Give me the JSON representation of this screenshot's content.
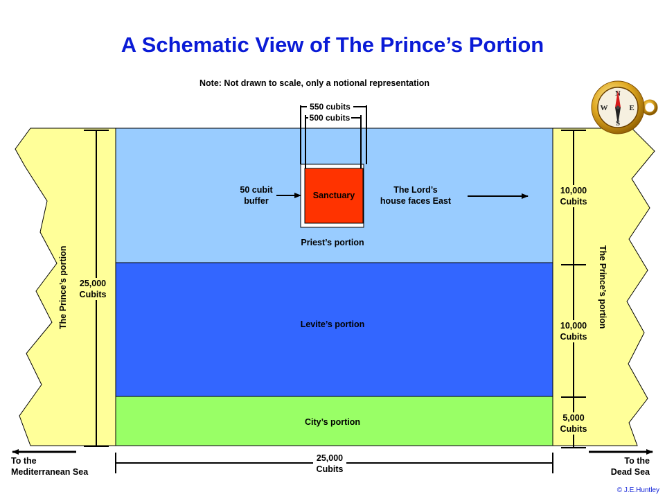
{
  "title": "A Schematic View of The Prince’s Portion",
  "note": "Note:  Not drawn to scale, only a notional representation",
  "regions": {
    "priests": "Priest’s portion",
    "levites": "Levite’s portion",
    "city": "City’s portion",
    "princes_left": "The Prince’s portion",
    "princes_right": "The Prince’s portion"
  },
  "sanctuary": {
    "label": "Sanctuary",
    "outer_width": "550 cubits",
    "inner_width": "500 cubits",
    "buffer_line1": "50 cubit",
    "buffer_line2": "buffer",
    "faces_line1": "The Lord’s",
    "faces_line2": "house faces East"
  },
  "dimensions": {
    "total_height_value": "25,000",
    "total_height_unit": "Cubits",
    "priests_value": "10,000",
    "priests_unit": "Cubits",
    "levites_value": "10,000",
    "levites_unit": "Cubits",
    "city_value": "5,000",
    "city_unit": "Cubits",
    "width_value": "25,000",
    "width_unit": "Cubits"
  },
  "directions": {
    "west_line1": "To the",
    "west_line2": "Mediterranean Sea",
    "east_line1": "To the",
    "east_line2": "Dead Sea"
  },
  "copyright": "©  J.E.Huntley",
  "colors": {
    "title": "#0a1bd6",
    "priests": "#99ccff",
    "levites": "#3366ff",
    "city": "#99ff66",
    "princes": "#ffff99",
    "sanctuary": "#ff3300",
    "copyright": "#0a1bd6"
  },
  "icons": [
    "compass-icon",
    "arrow-east-icon",
    "arrow-west-icon",
    "arrow-east-direction-icon"
  ]
}
